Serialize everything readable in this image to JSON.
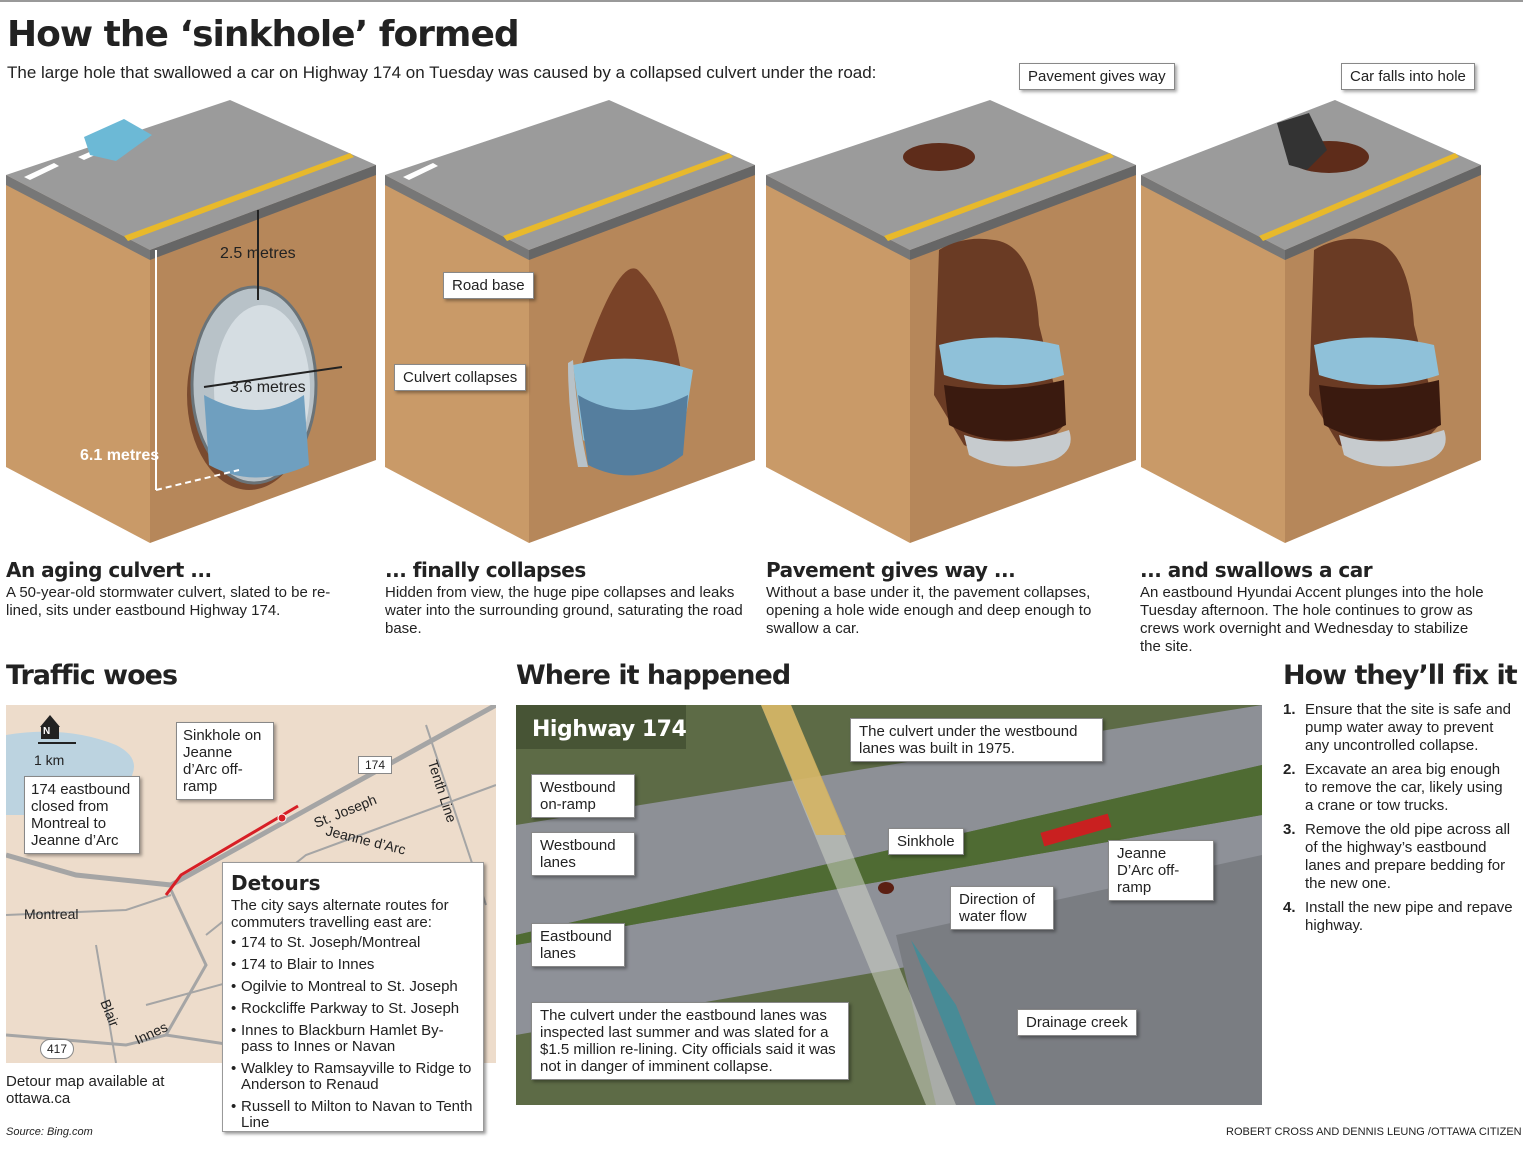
{
  "title": "How the ‘sinkhole’ formed",
  "subtitle": "The large hole that swallowed a car on Highway 174 on Tuesday was caused by a collapsed culvert under the road:",
  "stages": [
    {
      "heading": "An aging culvert ...",
      "text": "A 50-year-old stormwater culvert, slated to be re-lined, sits under eastbound Highway 174."
    },
    {
      "heading": "... finally collapses",
      "text": "Hidden from view, the huge pipe collapses and leaks water into the surrounding ground, saturating the road base."
    },
    {
      "heading": "Pavement gives way ...",
      "text": "Without a base under it, the pavement collapses, opening a hole wide enough and deep enough to swallow a car."
    },
    {
      "heading": "... and swallows a car",
      "text": "An eastbound Hyundai Accent plunges into the hole Tuesday afternoon. The hole continues to grow as crews work overnight and Wednesday to stabilize the site."
    }
  ],
  "diagram_labels": {
    "depth": "2.5 metres",
    "diameter": "3.6  metres",
    "height": "6.1 metres",
    "road_base": "Road base",
    "culvert_collapses": "Culvert collapses",
    "pavement_gives_way": "Pavement gives way",
    "car_falls": "Car falls into hole"
  },
  "traffic": {
    "heading": "Traffic woes",
    "scale": "1 km",
    "north": "N",
    "sinkhole_label": "Sinkhole on Jeanne d’Arc off-ramp",
    "closed_label": "174 eastbound closed from Montreal to Jeanne d’Arc",
    "road_labels": {
      "hwy174": "174",
      "hwy417": "417",
      "st_joseph": "St. Joseph",
      "jeanne_darc": "Jeanne d’Arc",
      "montreal": "Montreal",
      "blair": "Blair",
      "innes": "Innes",
      "tenth_line": "Tenth Line"
    },
    "detour_note": "Detour map available at ottawa.ca",
    "source": "Source: Bing.com",
    "detours": {
      "heading": "Detours",
      "intro": "The city says alternate routes for commuters travelling east are:",
      "items": [
        "174 to St. Joseph/Montreal",
        "174 to Blair to Innes",
        "Ogilvie to Montreal to St. Joseph",
        "Rockcliffe Parkway to St. Joseph",
        "Innes to Blackburn Hamlet By-pass to Innes or Navan",
        "Walkley to Ramsayville to Ridge to Anderson to Renaud",
        "Russell to Milton to Navan to Tenth Line"
      ]
    }
  },
  "where": {
    "heading": "Where it happened",
    "highway": "Highway 174",
    "westbound_culvert": "The culvert under the westbound lanes was built in 1975.",
    "westbound_onramp": "Westbound on-ramp",
    "westbound_lanes": "Westbound lanes",
    "eastbound_lanes": "Eastbound lanes",
    "sinkhole": "Sinkhole",
    "water_flow": "Direction of water flow",
    "jeanne_offramp": "Jeanne D’Arc off-ramp",
    "drainage": "Drainage creek",
    "eastbound_culvert": "The culvert under the eastbound lanes was inspected last summer and was slated for a $1.5 million re-lining. City officials said it was not in danger of imminent collapse."
  },
  "fix": {
    "heading": "How they’ll fix it",
    "steps": [
      "Ensure that the site is safe and pump water away to prevent any uncontrolled collapse.",
      "Excavate an area big enough to remove the car, likely using a crane or tow trucks.",
      "Remove the old pipe across all of the highway’s eastbound lanes and prepare bedding for the new one.",
      "Install the new pipe and repave highway."
    ],
    "numbers": [
      "1.",
      "2.",
      "3.",
      "4."
    ]
  },
  "credit": "ROBERT CROSS AND DENNIS LEUNG /OTTAWA CITIZEN"
}
